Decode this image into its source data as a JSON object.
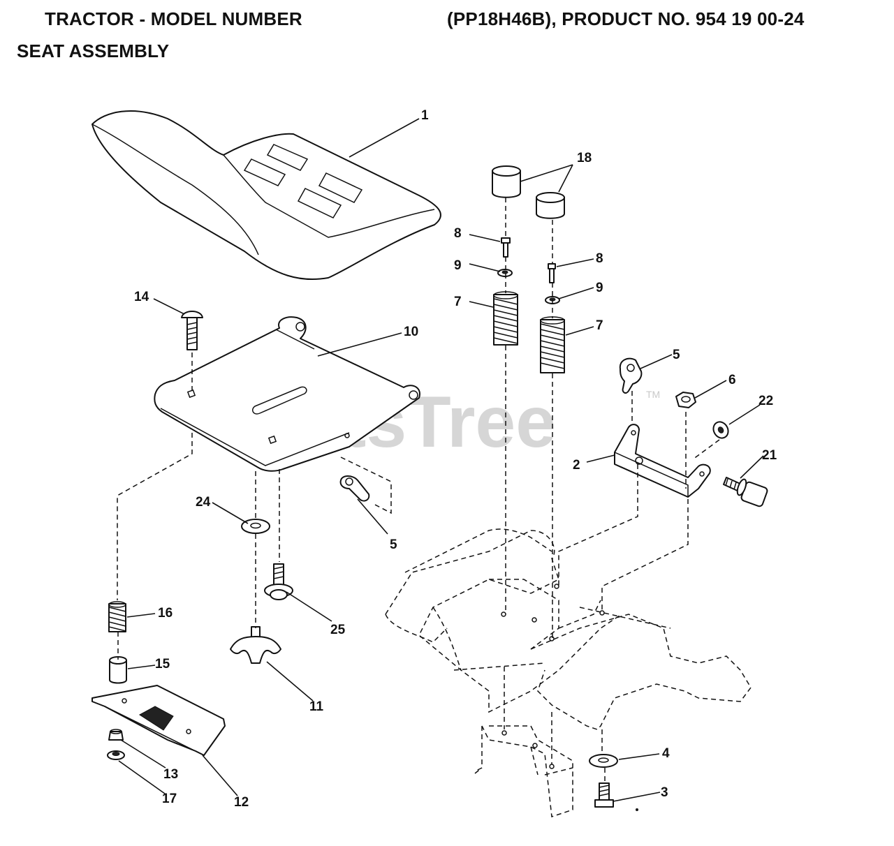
{
  "header": {
    "title_left": "TRACTOR - MODEL NUMBER",
    "title_right": "(PP18H46B), PRODUCT NO. 954 19 00-24",
    "subtitle": "SEAT ASSEMBLY"
  },
  "watermark": {
    "text": "PartsTree",
    "tm": "TM"
  },
  "callouts": [
    "1",
    "18",
    "8",
    "9",
    "7",
    "8",
    "9",
    "7",
    "14",
    "10",
    "5",
    "6",
    "22",
    "2",
    "21",
    "24",
    "5",
    "25",
    "16",
    "15",
    "11",
    "4",
    "13",
    "12",
    "17",
    "3"
  ]
}
